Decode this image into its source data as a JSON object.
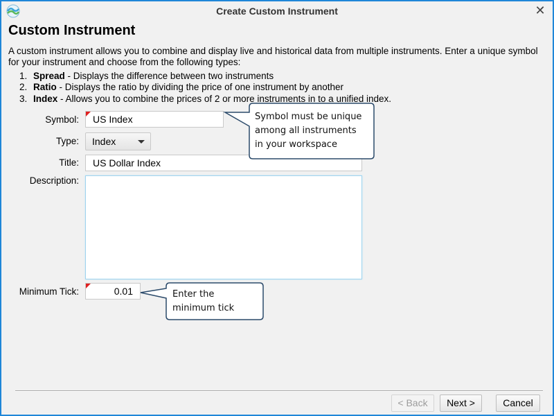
{
  "window": {
    "title": "Create Custom Instrument",
    "close_glyph": "✕",
    "app_icon": "app-logo-icon"
  },
  "heading": "Custom Instrument",
  "intro": "A custom instrument allows you to combine and display live and historical data from multiple instruments. Enter a unique symbol for your instrument and choose from the following types:",
  "types": [
    {
      "num": "1.",
      "name": "Spread",
      "desc": " - Displays the difference between two instruments"
    },
    {
      "num": "2.",
      "name": "Ratio",
      "desc": " - Displays the ratio by dividing the price of one instrument by another"
    },
    {
      "num": "3.",
      "name": "Index",
      "desc": " - Allows you to combine the prices of 2 or more instruments in to a unified index."
    }
  ],
  "form": {
    "symbol_label": "Symbol:",
    "symbol_value": "US Index",
    "type_label": "Type:",
    "type_value": "Index",
    "title_label": "Title:",
    "title_value": "US Dollar Index",
    "description_label": "Description:",
    "description_value": "",
    "min_tick_label": "Minimum Tick:",
    "min_tick_value": "0.01"
  },
  "callouts": {
    "symbol_line1": "Symbol must be unique",
    "symbol_line2": "among all instruments",
    "symbol_line3": "in your workspace",
    "tick_line1": "Enter the",
    "tick_line2": "minimum tick"
  },
  "buttons": {
    "back": "< Back",
    "next": "Next >",
    "cancel": "Cancel"
  },
  "colors": {
    "window_border": "#1f86d8",
    "required_marker": "#e02020",
    "callout_border": "#2b4a6a"
  }
}
